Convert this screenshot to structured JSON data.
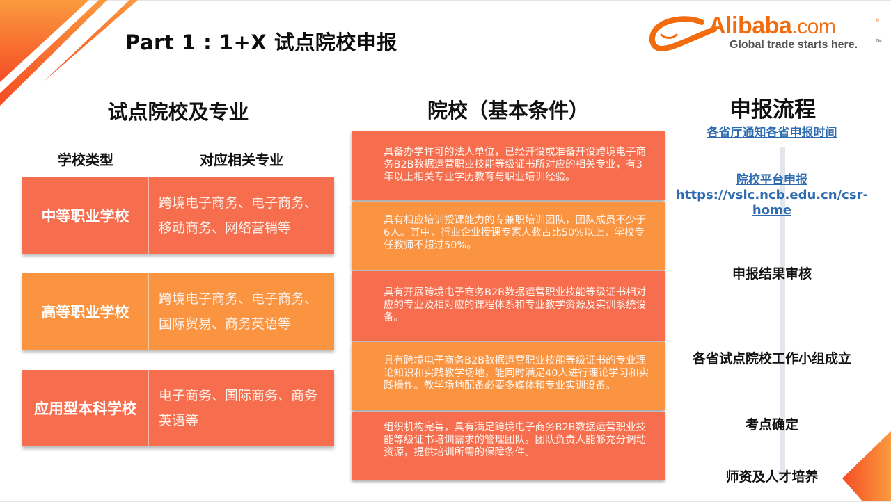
{
  "slide": {
    "title": "Part 1 : 1+X 试点院校申报"
  },
  "logo": {
    "brand": "Alibaba",
    "suffix": ".com",
    "registered": "®",
    "tagline": "Global trade starts here.",
    "trademark": "TM"
  },
  "colors": {
    "accent_red": "#f76e4f",
    "accent_orange": "#fa9440",
    "link_blue": "#2e6bb0",
    "track_gray": "#e3e6ec"
  },
  "schools": {
    "title": "试点院校及专业",
    "header_type": "学校类型",
    "header_major": "对应相关专业",
    "rows": [
      {
        "type": "中等职业学校",
        "majors": "跨境电子商务、电子商务、移动商务、网络营销等"
      },
      {
        "type": "高等职业学校",
        "majors": "跨境电子商务、电子商务、国际贸易、商务英语等"
      },
      {
        "type": "应用型本科学校",
        "majors": "电子商务、国际商务、商务英语等"
      }
    ]
  },
  "conditions": {
    "title": "院校（基本条件）",
    "items": [
      "具备办学许可的法人单位，已经开设或准备开设跨境电子商务B2B数据运营职业技能等级证书所对应的相关专业，有3年以上相关专业学历教育与职业培训经验。",
      "具有相应培训授课能力的专兼职培训团队，团队成员不少于6人。其中，行业企业授课专家人数占比50%以上，学校专任教师不超过50%。",
      "具有开展跨境电子商务B2B数据运营职业技能等级证书相对应的专业及相对应的课程体系和专业教学资源及实训系统设备。",
      "具有跨境电子商务B2B数据运营职业技能等级证书的专业理论知识和实践教学场地，能同时满足40人进行理论学习和实践操作。教学场地配备必要多媒体和专业实训设备。",
      "组织机构完善，具有满足跨境电子商务B2B数据运营职业技能等级证书培训需求的管理团队。团队负责人能够充分调动资源，提供培训所需的保障条件。"
    ]
  },
  "process": {
    "title": "申报流程",
    "steps": [
      {
        "label": "各省厅通知各省申报时间"
      },
      {
        "label": "院校平台申报",
        "url": "https://vslc.ncb.edu.cn/csr-home"
      },
      {
        "label": "申报结果审核"
      },
      {
        "label": "各省试点院校工作小组成立"
      },
      {
        "label": "考点确定"
      },
      {
        "label": "师资及人才培养"
      }
    ]
  }
}
